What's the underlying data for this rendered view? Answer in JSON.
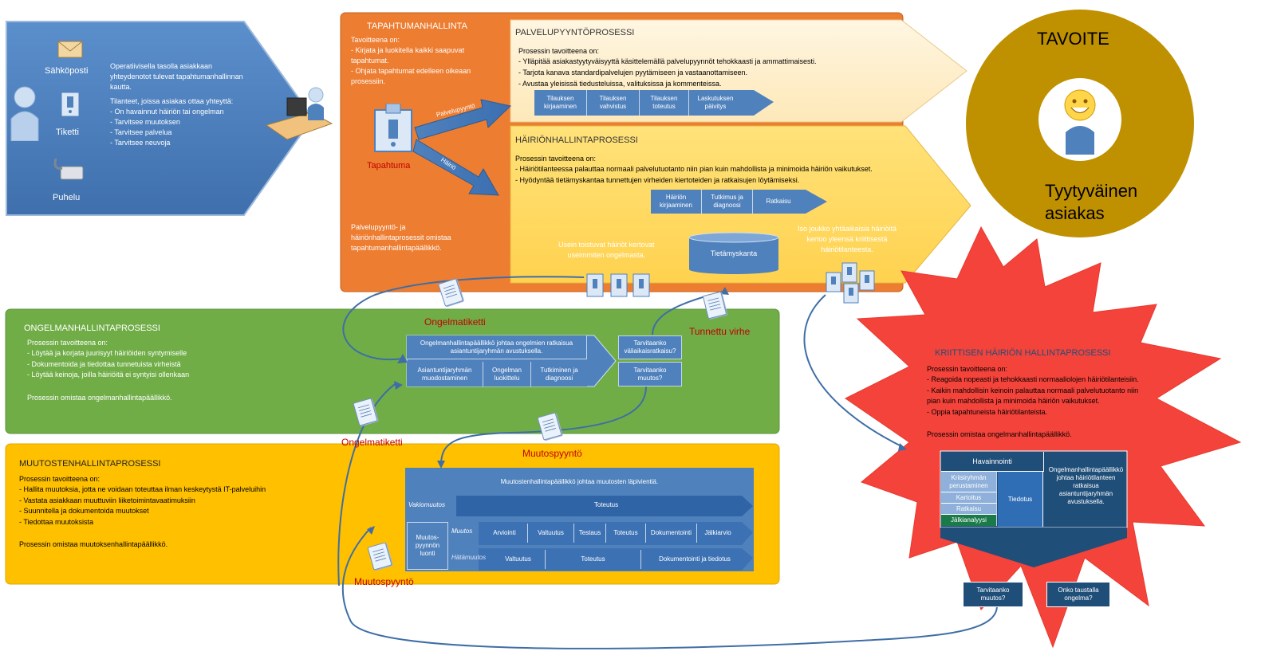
{
  "customer_panel": {
    "channels": [
      "Sähköposti",
      "Tiketti",
      "Puhelu"
    ],
    "intro": "Operatiivisella tasolla asiakkaan\nyhteydenotot tulevat tapahtumanhallinnan\nkautta.",
    "situations_title": "Tilanteet, joissa asiakas ottaa yhteyttä:",
    "situations": [
      "- On havainnut häiriön tai ongelman",
      "- Tarvitsee muutoksen",
      "- Tarvitsee palvelua",
      "- Tarvitsee neuvoja"
    ]
  },
  "event_mgmt": {
    "title": "TAPAHTUMANHALLINTA",
    "goals_title": "Tavoitteena on:",
    "goals": "- Kirjata ja luokitella kaikki saapuvat\ntapahtumat.\n- Ohjata tapahtumat edelleen oikeaan\nprosessiin.",
    "event_label": "Tapahtuma",
    "arrow_service": "Palvelupyyntö",
    "arrow_incident": "Häiriö",
    "owner": "Palvelupyyntö- ja\nhäiriönhallintaprosessit omistaa\ntapahtumanhallintapäällikkö."
  },
  "service_request": {
    "title": "PALVELUPYYNTÖPROSESSI",
    "goals_title": "Prosessin tavoitteena on:",
    "goals": "- Ylläpitää asiakastyytyväisyyttä käsittelemällä palvelupyynnöt tehokkaasti ja ammattimaisesti.\n- Tarjota kanava standardipalvelujen pyytämiseen ja vastaanottamiseen.\n- Avustaa yleisissä tiedusteluissa, valituksissa ja kommenteissa.",
    "steps": [
      "Tilauksen\nkirjaaminen",
      "Tilauksen\nvahvistus",
      "Tilauksen\ntoteutus",
      "Laskutuksen\npäivitys"
    ]
  },
  "incident": {
    "title": "HÄIRIÖNHALLINTAPROSESSI",
    "goals_title": "Prosessin tavoitteena on:",
    "goals": "- Häiriötilanteessa palauttaa normaali palvelutuotanto niin pian kuin mahdollista ja minimoida häiriön vaikutukset.\n- Hyödyntää tietämyskantaa tunnettujen virheiden kiertoteiden ja ratkaisujen löytämiseksi.",
    "steps": [
      "Häiriön\nkirjaaminen",
      "Tutkimus ja\ndiagnoosi",
      "Ratkaisu"
    ],
    "note_left": "Usein toistuvat häiriöt kertovat\nuseimmiten ongelmasta.",
    "knowledge_base": "Tietämyskanta",
    "note_right": "Iso joukko yhtäaikaisia häiriöitä\nkertoo yleensä kriittisestä\nhäiriötilanteesta."
  },
  "goal": {
    "title": "TAVOITE",
    "subtitle": "Tyytyväinen\nasiakas"
  },
  "problem": {
    "title": "ONGELMANHALLINTAPROSESSI",
    "goals_title": "Prosessin tavoitteena on:",
    "goals": "- Löytää ja korjata juurisyyt häiriöiden syntymiselle\n- Dokumentoida ja tiedottaa tunnetuista virheistä\n- Löytää keinoja, joilla häiriöitä ei syntyisi ollenkaan",
    "owner": "Prosessin omistaa ongelmanhallintapäällikkö.",
    "lead": "Ongelmanhallintapäällikkö johtaa ongelmien ratkaisua\nasiantuntijaryhmän avustuksella.",
    "steps": [
      "Asiantuntijaryhmän\nmuodostaminen",
      "Ongelman\nluokittelu",
      "Tutkiminen ja\ndiagnoosi"
    ],
    "q1": "Tarvitaanko\nväliaikaisratkaisu?",
    "q2": "Tarvitaanko\nmuutos?"
  },
  "change": {
    "title": "MUUTOSTENHALLINTAPROSESSI",
    "goals_title": "Prosessin tavoitteena on:",
    "goals": "- Hallita muutoksia, jotta ne voidaan toteuttaa ilman keskeytystä IT-palveluihin\n- Vastata asiakkaan muuttuviin liiketoimintavaatimuksiin\n- Suunnitella ja dokumentoida muutokset\n- Tiedottaa muutoksista",
    "owner": "Prosessin omistaa muutoksenhallintapäällikkö.",
    "lead": "Muutostenhallintapäällikkö johtaa muutosten läpivientiä.",
    "creation": "Muutos-\npyynnön\nluonti",
    "rows": [
      {
        "label": "Vakiomuutos",
        "steps": [
          "Toteutus"
        ]
      },
      {
        "label": "Muutos",
        "steps": [
          "Arviointi",
          "Valtuutus",
          "Testaus",
          "Toteutus",
          "Dokumentointi",
          "Jälkiarvio"
        ]
      },
      {
        "label": "Hätämuutos",
        "steps": [
          "Valtuutus",
          "Toteutus",
          "Dokumentointi ja tiedotus"
        ]
      }
    ]
  },
  "critical": {
    "title": "KRIITTISEN HÄIRIÖN HALLINTAPROSESSI",
    "goals_title": "Prosessin tavoitteena on:",
    "goals": "- Reagoida nopeasti ja tehokkaasti normaaliolojen häiriötilanteisiin.\n- Kaikin mahdollisin keinoin palauttaa normaali palvelutuotanto niin\npian kuin mahdollista ja minimoida häiriön vaikutukset.\n- Oppia tapahtuneista häiriötilanteista.",
    "owner": "Prosessin omistaa ongelmanhallintapäällikkö.",
    "observe": "Havainnointi",
    "items": [
      "Kriisiryhmän\nperustaminen",
      "Kartoitus",
      "Ratkaisu",
      "Jälkianalyysi"
    ],
    "inform": "Tiedotus",
    "lead": "Ongelmanhallintapäällikkö\njohtaa häiriötilanteen\nratkaisua\nasiantuntijaryhmän\navustuksella.",
    "q1": "Tarvitaanko\nmuutos?",
    "q2": "Onko taustalla\nongelma?"
  },
  "flow_labels": {
    "problem_ticket_top": "Ongelmatiketti",
    "known_error": "Tunnettu virhe",
    "problem_ticket_bottom": "Ongelmatiketti",
    "change_request_mid": "Muutospyyntö",
    "change_request_bottom": "Muutospyyntö"
  },
  "colors": {
    "blue": "#4f81bd",
    "orange": "#ed7d31",
    "green": "#70ad47",
    "yellow": "#ffc000",
    "goal_ring": "#bf9000",
    "burst": "#f4433a",
    "dark_blue": "#1f4e79"
  }
}
